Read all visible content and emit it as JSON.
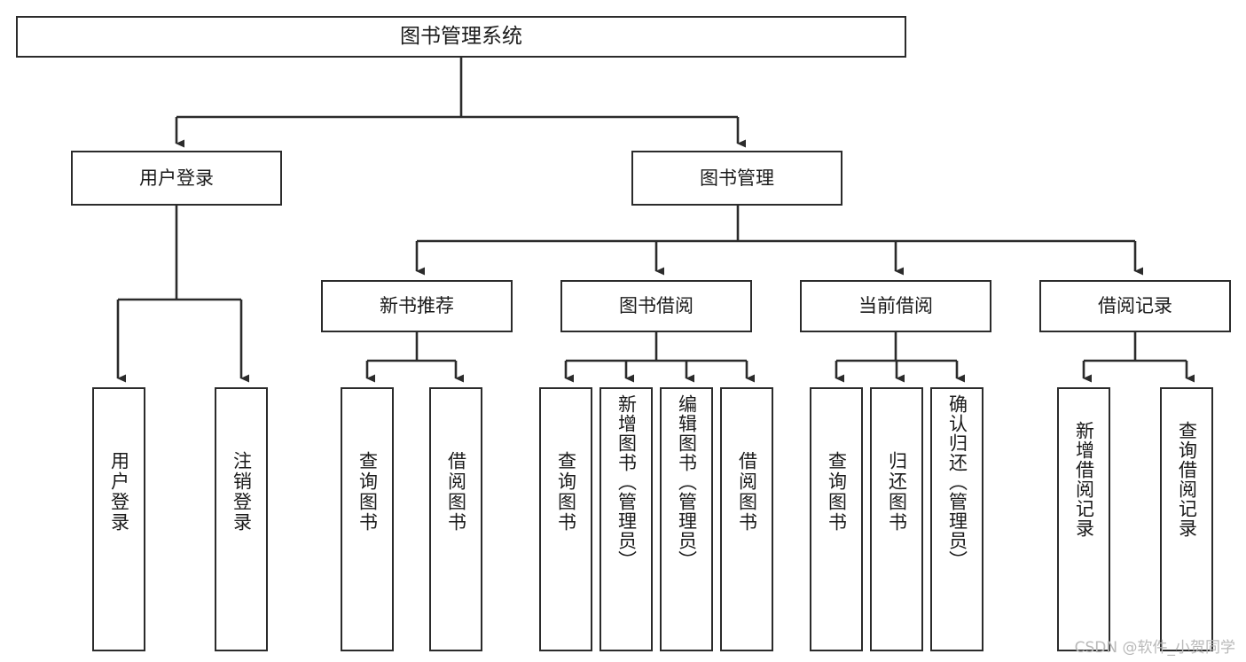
{
  "diagram": {
    "type": "tree",
    "title": "图书管理系统",
    "background": "#ffffff",
    "line_color": "#2b2b2b",
    "text_color": "#1a1a1a",
    "watermark": "CSDN @软件_小贺同学",
    "levels": {
      "root": [
        "图书管理系统"
      ],
      "level1": [
        "用户登录",
        "图书管理"
      ],
      "level2": [
        "新书推荐",
        "图书借阅",
        "当前借阅",
        "借阅记录"
      ],
      "leaves": [
        "用户登录",
        "注销登录",
        "查询图书",
        "借阅图书",
        "查询图书",
        "新增图书（管理员）",
        "编辑图书（管理员）",
        "借阅图书",
        "查询图书",
        "归还图书",
        "确认归还（管理员）",
        "新增借阅记录",
        "查询借阅记录"
      ]
    },
    "nodes": {
      "root": {
        "label": "图书管理系统"
      },
      "user_login": {
        "label": "用户登录"
      },
      "book_mgmt": {
        "label": "图书管理"
      },
      "new_book_rec": {
        "label": "新书推荐"
      },
      "book_borrow": {
        "label": "图书借阅"
      },
      "current_borrow": {
        "label": "当前借阅"
      },
      "borrow_record": {
        "label": "借阅记录"
      },
      "leaf_user_login": {
        "label": "用户登录"
      },
      "leaf_logout": {
        "label": "注销登录"
      },
      "leaf_query_book_a": {
        "label": "查询图书"
      },
      "leaf_borrow_book_a": {
        "label": "借阅图书"
      },
      "leaf_query_book_b": {
        "label": "查询图书"
      },
      "leaf_add_book": {
        "label": "新增图书（管理员）"
      },
      "leaf_edit_book": {
        "label": "编辑图书（管理员）"
      },
      "leaf_borrow_book_b": {
        "label": "借阅图书"
      },
      "leaf_query_book_c": {
        "label": "查询图书"
      },
      "leaf_return_book": {
        "label": "归还图书"
      },
      "leaf_confirm_return": {
        "label": "确认归还（管理员）"
      },
      "leaf_add_record": {
        "label": "新增借阅记录"
      },
      "leaf_query_record": {
        "label": "查询借阅记录"
      }
    }
  }
}
